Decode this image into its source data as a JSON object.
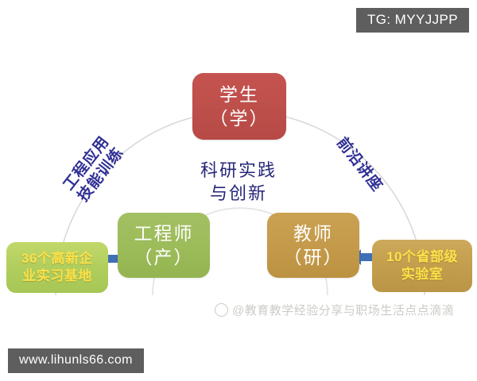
{
  "diagram": {
    "title_badge": "TG: MYYJJPP",
    "url_badge": "www.lihunls66.com",
    "watermark": "@教育教学经验分享与职场生活点点滴滴",
    "colors": {
      "student_red": "#bd4f4b",
      "engineer_green": "#9cbb59",
      "teacher_tan": "#c49a4a",
      "bases_green": "#b2cf5e",
      "labs_tan": "#c49f4e",
      "arc_stroke": "#d8d8d8",
      "label_blue": "#2f2f95",
      "center_blue": "#26267a",
      "arrow_blue": "#3f6fb5",
      "badge_gray": "#5e5e5e",
      "side_text_yellow": "#fbe14a"
    },
    "nodes": {
      "student": {
        "line1": "学生",
        "line2": "（学）"
      },
      "engineer": {
        "line1": "工程师",
        "line2": "（产）"
      },
      "teacher": {
        "line1": "教师",
        "line2": "（研）"
      },
      "bases": {
        "line1": "36个高新企",
        "line2": "业实习基地"
      },
      "labs": {
        "line1": "10个省部级",
        "line2": "实验室"
      }
    },
    "arc_labels": {
      "left": {
        "line1": "工程应用",
        "line2": "技能训练"
      },
      "right": {
        "line1": "前沿讲座",
        "line2": ""
      }
    },
    "center_label": {
      "line1": "科研实践",
      "line2": "与创新"
    }
  }
}
